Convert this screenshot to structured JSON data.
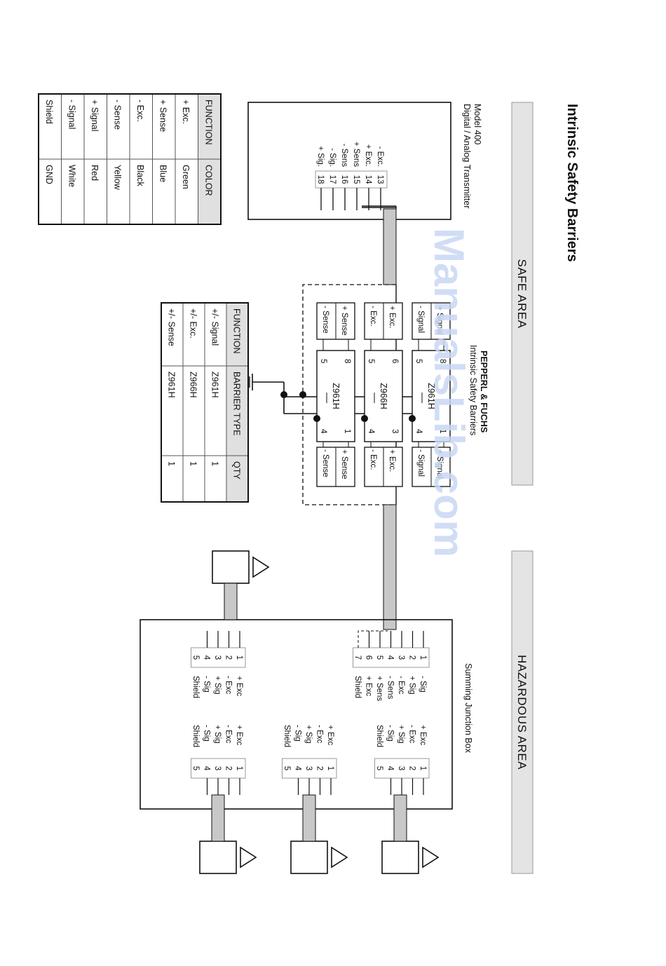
{
  "title": "Intrinsic Safety Barriers",
  "areas": {
    "safe": "SAFE AREA",
    "hazardous": "HAZARDOUS AREA"
  },
  "transmitter": {
    "model": "Model 400",
    "name": "Digital / Analog Transmitter",
    "terminals": [
      "13",
      "14",
      "15",
      "16",
      "17",
      "18"
    ],
    "terminal_labels": [
      "- Exc.",
      "+ Exc.",
      "+ Sens",
      "- Sens",
      "- Sig.",
      "+ Sig."
    ]
  },
  "barriers": {
    "brand": "PEPPERL & FUCHS",
    "subtitle": "Intrinsic Safety Barriers",
    "units": [
      {
        "type": "Z961H",
        "pins_safe": [
          "8",
          "5"
        ],
        "pins_haz": [
          "1",
          "4"
        ],
        "safe_labels": [
          "+ Signal",
          "- Signal"
        ],
        "haz_labels": [
          "+ Signal",
          "- Signal"
        ]
      },
      {
        "type": "Z966H",
        "pins_safe": [
          "6",
          "5"
        ],
        "pins_haz": [
          "3",
          "4"
        ],
        "safe_labels": [
          "+ Exc.",
          "- Exc."
        ],
        "haz_labels": [
          "+ Exc.",
          "- Exc."
        ]
      },
      {
        "type": "Z961H",
        "pins_safe": [
          "8",
          "5"
        ],
        "pins_haz": [
          "1",
          "4"
        ],
        "safe_labels": [
          "+ Sense",
          "- Sense"
        ],
        "haz_labels": [
          "+ Sense",
          "- Sense"
        ]
      }
    ]
  },
  "color_table": {
    "headers": [
      "FUNCTION",
      "COLOR"
    ],
    "rows": [
      [
        "+ Exc.",
        "Green"
      ],
      [
        "+ Sense",
        "Blue"
      ],
      [
        "- Exc.",
        "Black"
      ],
      [
        "- Sense",
        "Yellow"
      ],
      [
        "+ Signal",
        "Red"
      ],
      [
        "- Signal",
        "White"
      ],
      [
        "Shield",
        "GND"
      ]
    ]
  },
  "barrier_table": {
    "headers": [
      "FUNCTION",
      "BARRIER TYPE",
      "QTY"
    ],
    "rows": [
      [
        "+/- Signal",
        "Z961H",
        "1"
      ],
      [
        "+/- Exc.",
        "Z966H",
        "1"
      ],
      [
        "+/- Sense",
        "Z961H",
        "1"
      ]
    ]
  },
  "junction_box": {
    "title": "Summing Junction Box",
    "main_terminals": [
      "1",
      "2",
      "3",
      "4",
      "5",
      "6",
      "7"
    ],
    "main_labels": [
      "- Sig",
      "+ Sig",
      "- Exc",
      "- Sens",
      "+ Sens",
      "+ Exc",
      "Shield"
    ],
    "load_cell_terminals": [
      "1",
      "2",
      "3",
      "4",
      "5"
    ],
    "load_cell_labels": [
      "+ Exc",
      "- Exc",
      "+ Sig",
      "- Sig",
      "Shield"
    ]
  },
  "watermark": "ManualsLib.com"
}
